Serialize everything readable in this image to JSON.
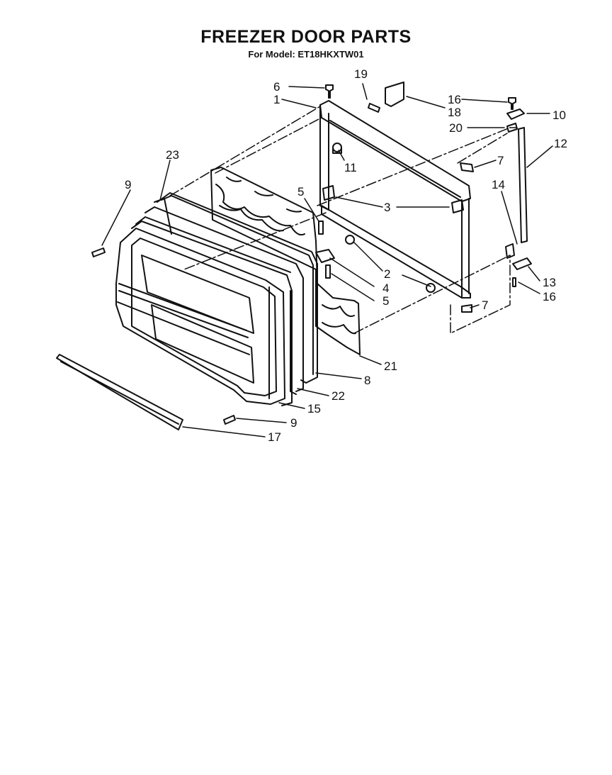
{
  "title": "FREEZER DOOR PARTS",
  "subtitle": "For Model: ET18HKXTW01",
  "callouts": [
    {
      "id": "c6",
      "text": "6"
    },
    {
      "id": "c1",
      "text": "1"
    },
    {
      "id": "c19",
      "text": "19"
    },
    {
      "id": "c18",
      "text": "18"
    },
    {
      "id": "c16a",
      "text": "16"
    },
    {
      "id": "c10",
      "text": "10"
    },
    {
      "id": "c20",
      "text": "20"
    },
    {
      "id": "c12",
      "text": "12"
    },
    {
      "id": "c7a",
      "text": "7"
    },
    {
      "id": "c11",
      "text": "11"
    },
    {
      "id": "c23",
      "text": "23"
    },
    {
      "id": "c9a",
      "text": "9"
    },
    {
      "id": "c5a",
      "text": "5"
    },
    {
      "id": "c3",
      "text": "3"
    },
    {
      "id": "c14",
      "text": "14"
    },
    {
      "id": "c2",
      "text": "2"
    },
    {
      "id": "c4",
      "text": "4"
    },
    {
      "id": "c5b",
      "text": "5"
    },
    {
      "id": "c13",
      "text": "13"
    },
    {
      "id": "c16b",
      "text": "16"
    },
    {
      "id": "c7b",
      "text": "7"
    },
    {
      "id": "c21",
      "text": "21"
    },
    {
      "id": "c8",
      "text": "8"
    },
    {
      "id": "c22",
      "text": "22"
    },
    {
      "id": "c15",
      "text": "15"
    },
    {
      "id": "c9b",
      "text": "9"
    },
    {
      "id": "c17",
      "text": "17"
    }
  ]
}
